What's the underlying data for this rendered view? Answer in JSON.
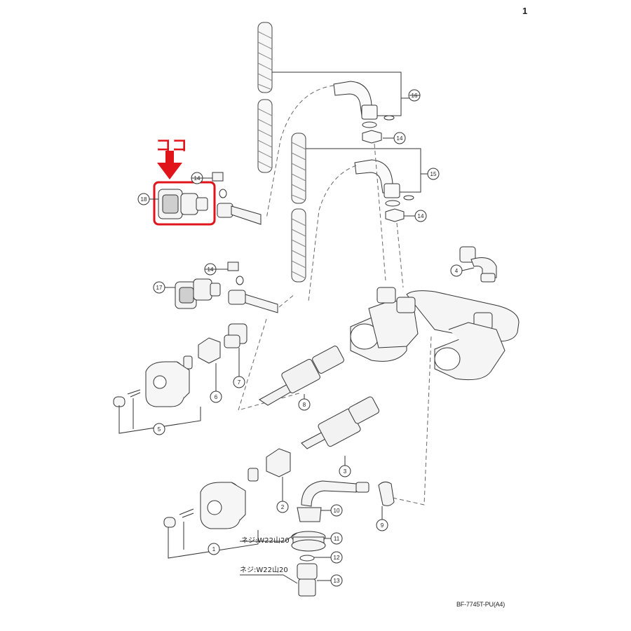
{
  "page": {
    "number": "1",
    "document_id": "BF-7745T-PU(A4)"
  },
  "callout": {
    "text": "ココ",
    "color": "#e0151b"
  },
  "thread_labels": [
    "ネジ:W22山20",
    "ネジ:W22山20"
  ],
  "part_labels": [
    "1",
    "2",
    "3",
    "4",
    "5",
    "6",
    "7",
    "8",
    "9",
    "10",
    "11",
    "12",
    "13",
    "14",
    "14",
    "14",
    "14",
    "15",
    "16",
    "17",
    "18"
  ]
}
